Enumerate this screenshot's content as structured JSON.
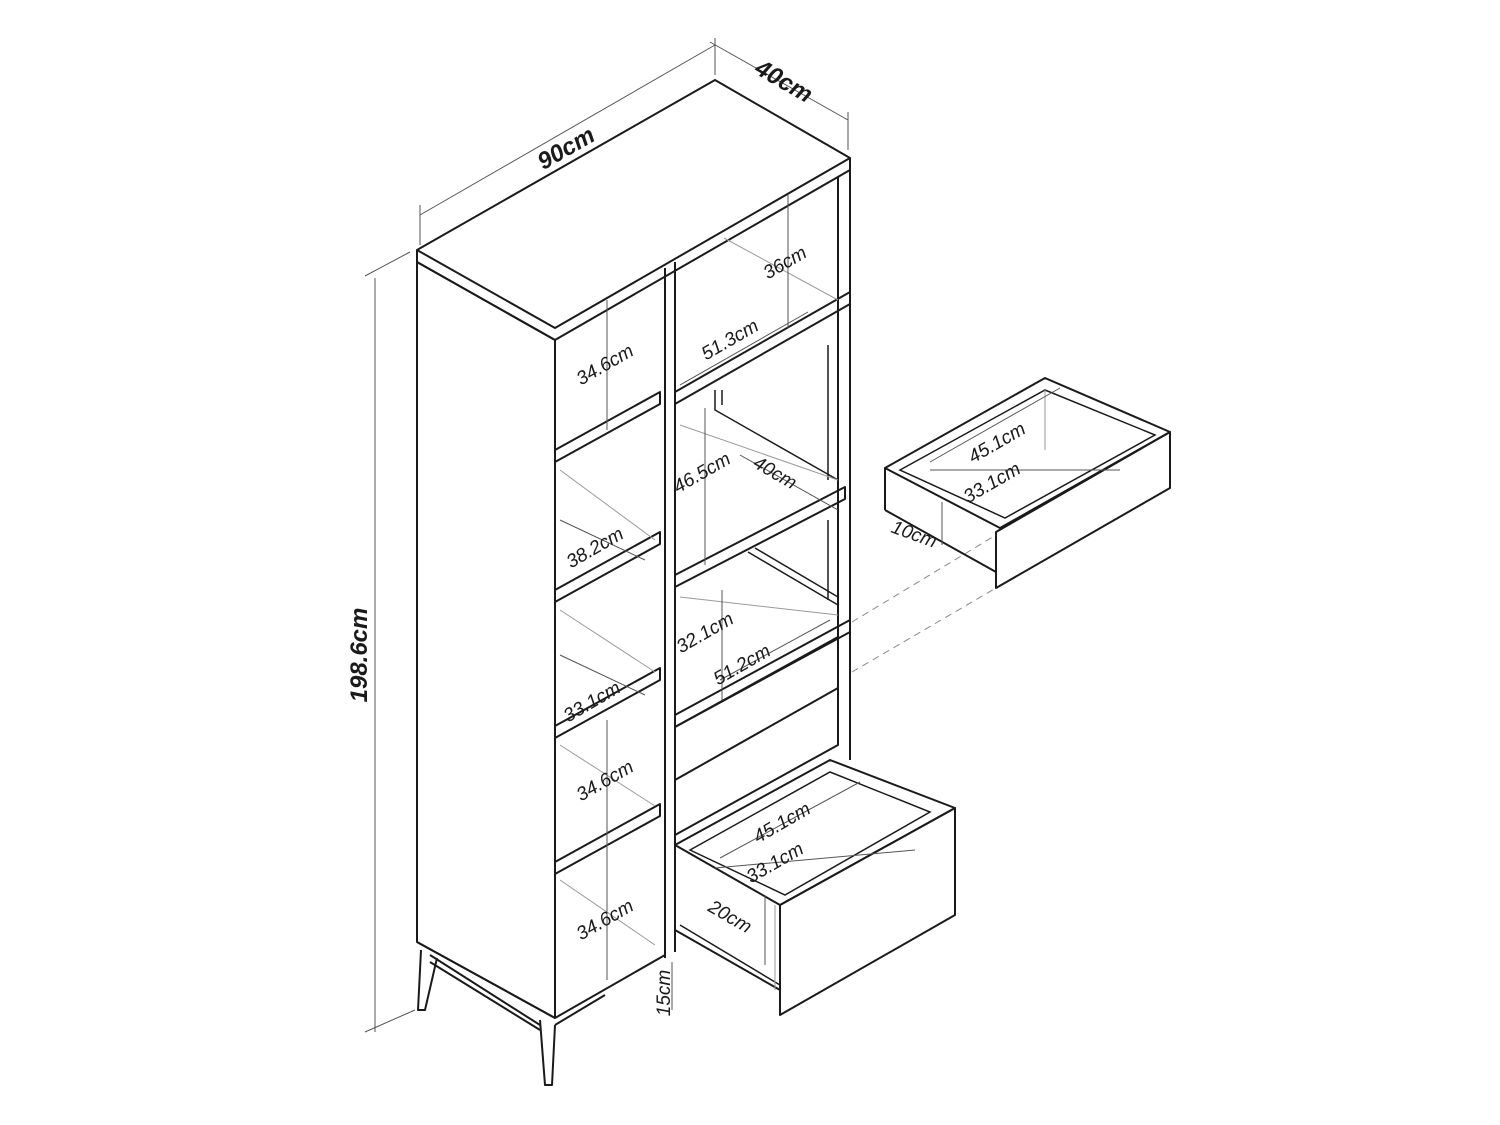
{
  "dimensions": {
    "width": "90cm",
    "depth": "40cm",
    "height": "198.6cm",
    "top_right_niche_height": "36cm",
    "top_right_shelf_width": "51.3cm",
    "right_middle_niche_height": "46.5cm",
    "right_middle_niche_depth": "40cm",
    "right_lower_niche_height": "32.1cm",
    "drawer_front_width": "51.2cm",
    "left_niche_1_height": "34.6cm",
    "left_niche_2_depth": "38.2cm",
    "left_niche_3_depth": "33.1cm",
    "left_niche_4_height": "34.6cm",
    "left_niche_5_height": "34.6cm",
    "leg_height": "15cm",
    "upper_drawer_width": "45.1cm",
    "upper_drawer_depth": "33.1cm",
    "upper_drawer_height": "10cm",
    "lower_drawer_width": "45.1cm",
    "lower_drawer_depth": "33.1cm",
    "lower_drawer_height": "20cm"
  }
}
